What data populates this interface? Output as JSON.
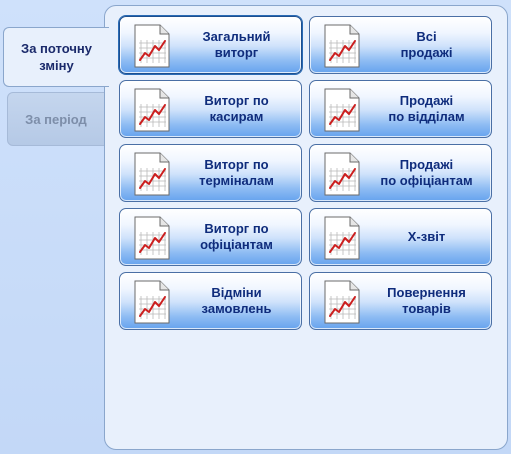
{
  "tabs": [
    {
      "id": "current_shift",
      "label": "За поточну\nзміну",
      "active": true
    },
    {
      "id": "period",
      "label": "За період",
      "active": false
    }
  ],
  "reports": [
    {
      "id": "total_revenue",
      "label": "Загальний\nвиторг",
      "selected": true,
      "icon": "report-chart-icon"
    },
    {
      "id": "all_sales",
      "label": "Всі\nпродажі",
      "selected": false,
      "icon": "report-chart-icon"
    },
    {
      "id": "revenue_by_cashiers",
      "label": "Виторг по\nкасирам",
      "selected": false,
      "icon": "report-chart-icon"
    },
    {
      "id": "sales_by_departments",
      "label": "Продажі\nпо відділам",
      "selected": false,
      "icon": "report-chart-icon"
    },
    {
      "id": "revenue_by_terminals",
      "label": "Виторг по\nтерміналам",
      "selected": false,
      "icon": "report-chart-icon"
    },
    {
      "id": "sales_by_waiters",
      "label": "Продажі\nпо офіціантам",
      "selected": false,
      "icon": "report-chart-icon"
    },
    {
      "id": "revenue_by_waiters",
      "label": "Виторг по\nофіціантам",
      "selected": false,
      "icon": "report-chart-icon"
    },
    {
      "id": "x_report",
      "label": "X-звіт",
      "selected": false,
      "icon": "report-chart-icon"
    },
    {
      "id": "order_cancellations",
      "label": "Відміни\nзамовлень",
      "selected": false,
      "icon": "report-chart-icon"
    },
    {
      "id": "product_returns",
      "label": "Повернення\nтоварів",
      "selected": false,
      "icon": "report-chart-icon"
    }
  ],
  "colors": {
    "background": "#c9dcf9",
    "panel": "#e8f0fc",
    "button_text": "#0f2c7c",
    "inactive_tab_text": "#7d8ea9",
    "chart_line": "#cc1f1f"
  }
}
